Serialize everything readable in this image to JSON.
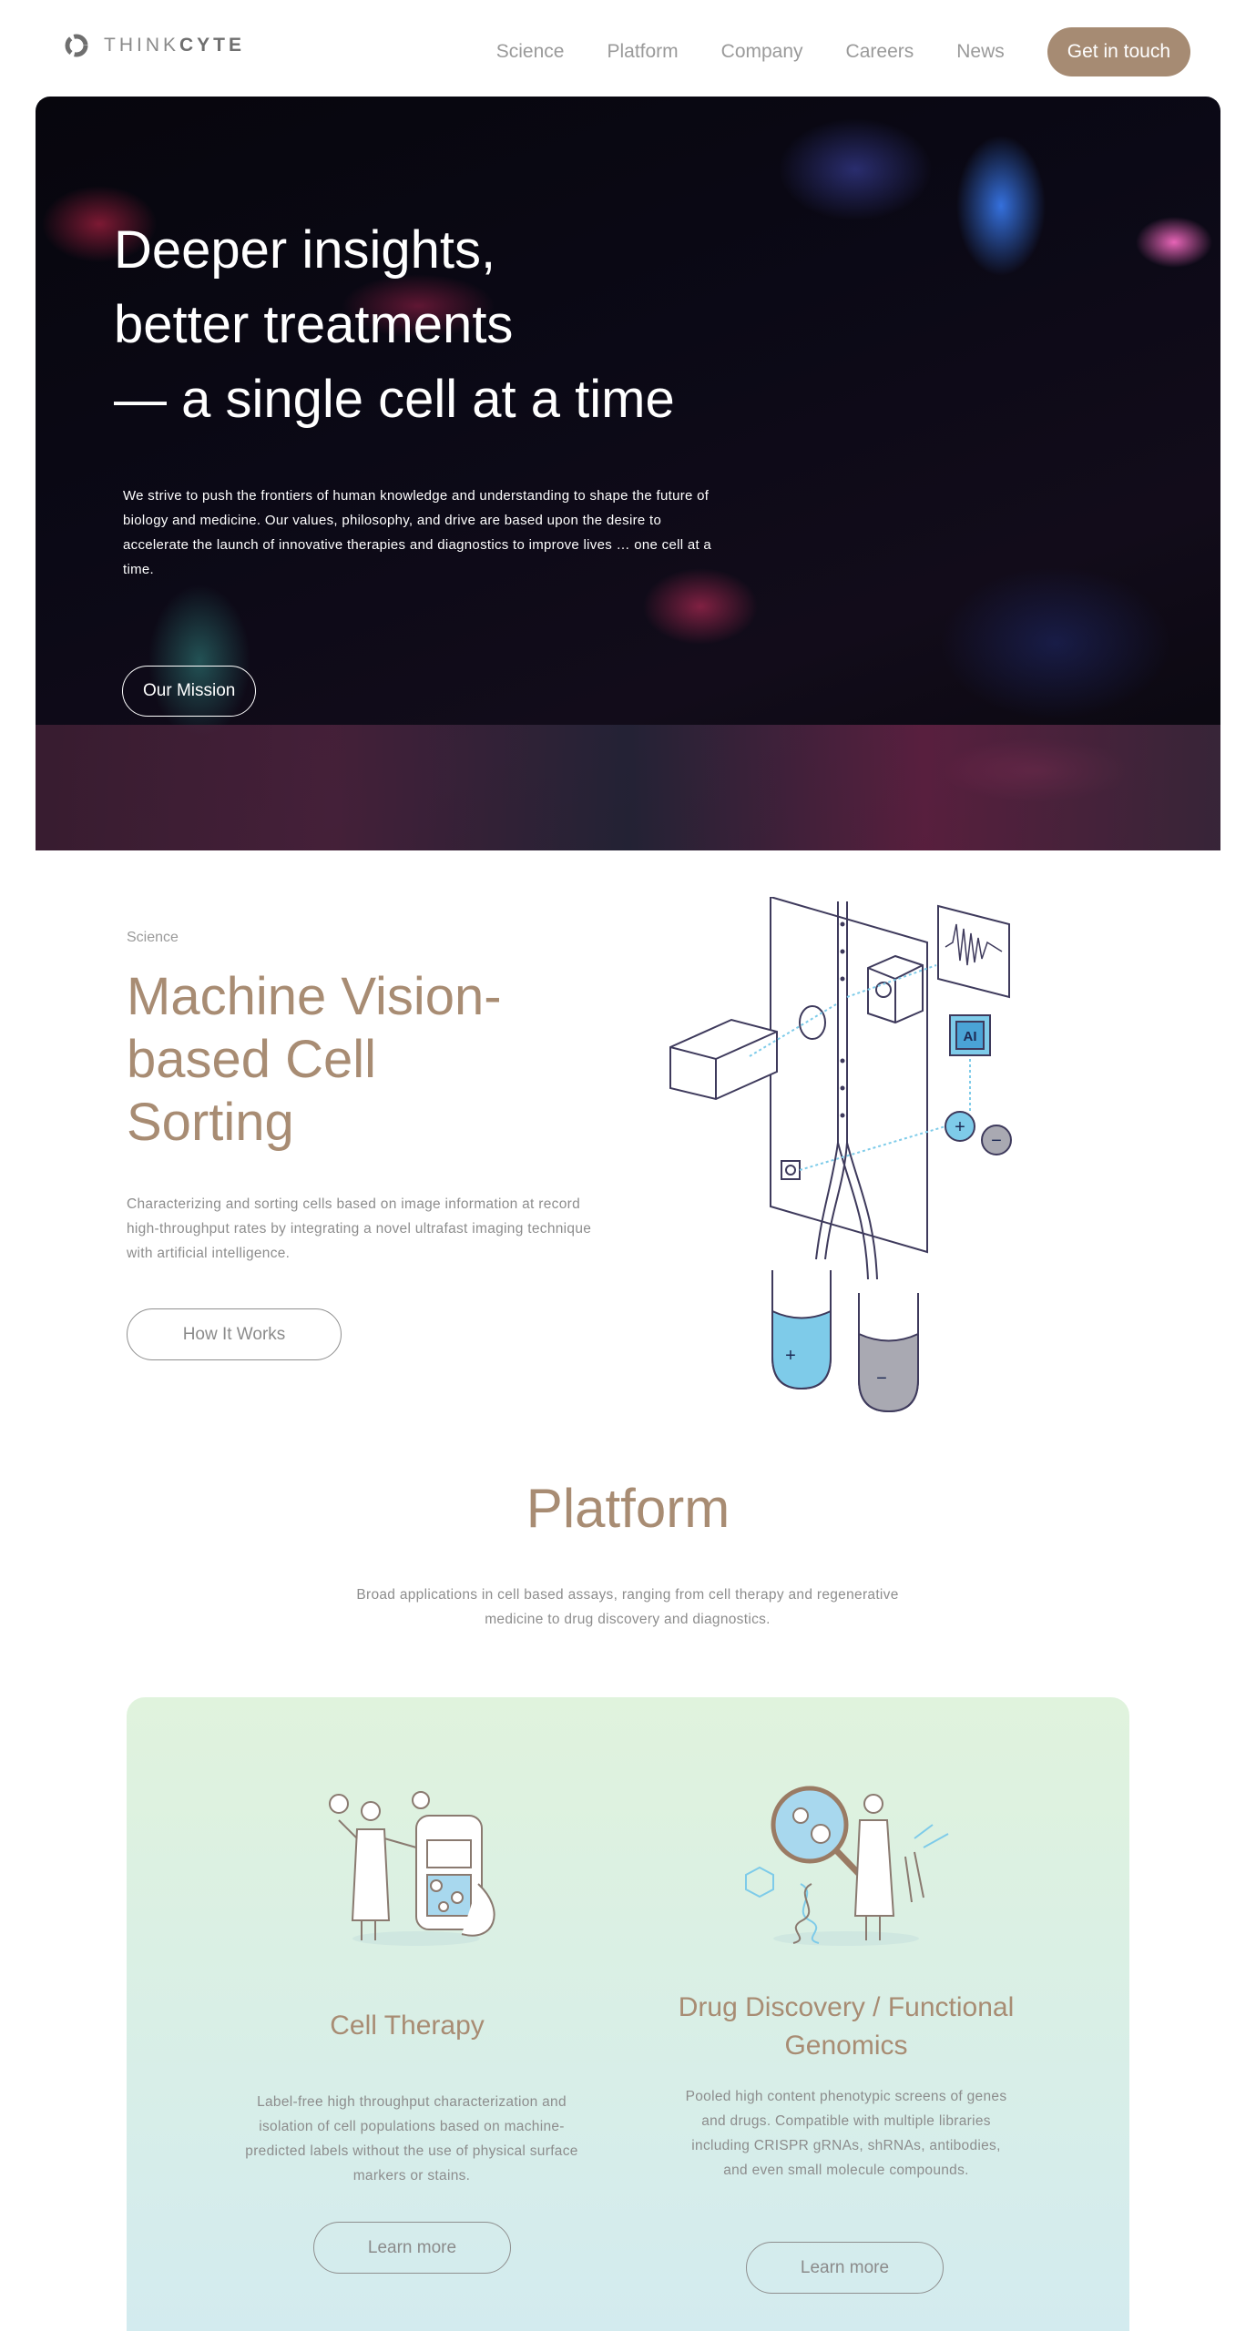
{
  "header": {
    "logo_light": "THINK",
    "logo_bold": "CYTE",
    "nav": [
      "Science",
      "Platform",
      "Company",
      "Careers",
      "News"
    ],
    "cta": "Get in touch"
  },
  "hero": {
    "title_line1": "Deeper insights,",
    "title_line2": "better treatments",
    "title_line3": "— a single cell at a time",
    "description": "We strive to push the frontiers of human knowledge and understanding to shape the future of biology and medicine. Our values, philosophy, and drive are based upon the desire to accelerate the launch of innovative therapies and diagnostics to improve lives … one cell at a time.",
    "button": "Our Mission"
  },
  "science": {
    "tag": "Science",
    "title": "Machine Vision-based Cell Sorting",
    "description": "Characterizing and sorting cells based on image information at record high-throughput rates by integrating a novel ultrafast imaging technique with artificial intelligence.",
    "button": "How It Works",
    "diagram_labels": {
      "ai": "AI",
      "plus": "+",
      "minus": "−"
    }
  },
  "platform": {
    "title": "Platform",
    "subtitle": "Broad applications in cell based assays, ranging from cell therapy and regenerative medicine to drug discovery and diagnostics.",
    "cards": [
      {
        "title": "Cell Therapy",
        "description": "Label-free high throughput characterization and isolation of cell populations based on machine-predicted labels without the use of physical surface markers or stains.",
        "button": "Learn more"
      },
      {
        "title": "Drug Discovery / Functional Genomics",
        "description": "Pooled high content phenotypic screens of genes and drugs. Compatible with multiple libraries including CRISPR gRNAs, shRNAs, antibodies, and even small molecule compounds.",
        "button": "Learn more"
      }
    ]
  },
  "colors": {
    "brand": "#a68b73",
    "text_gray": "#8d8d8d",
    "accent_blue": "#7ecbe9"
  }
}
